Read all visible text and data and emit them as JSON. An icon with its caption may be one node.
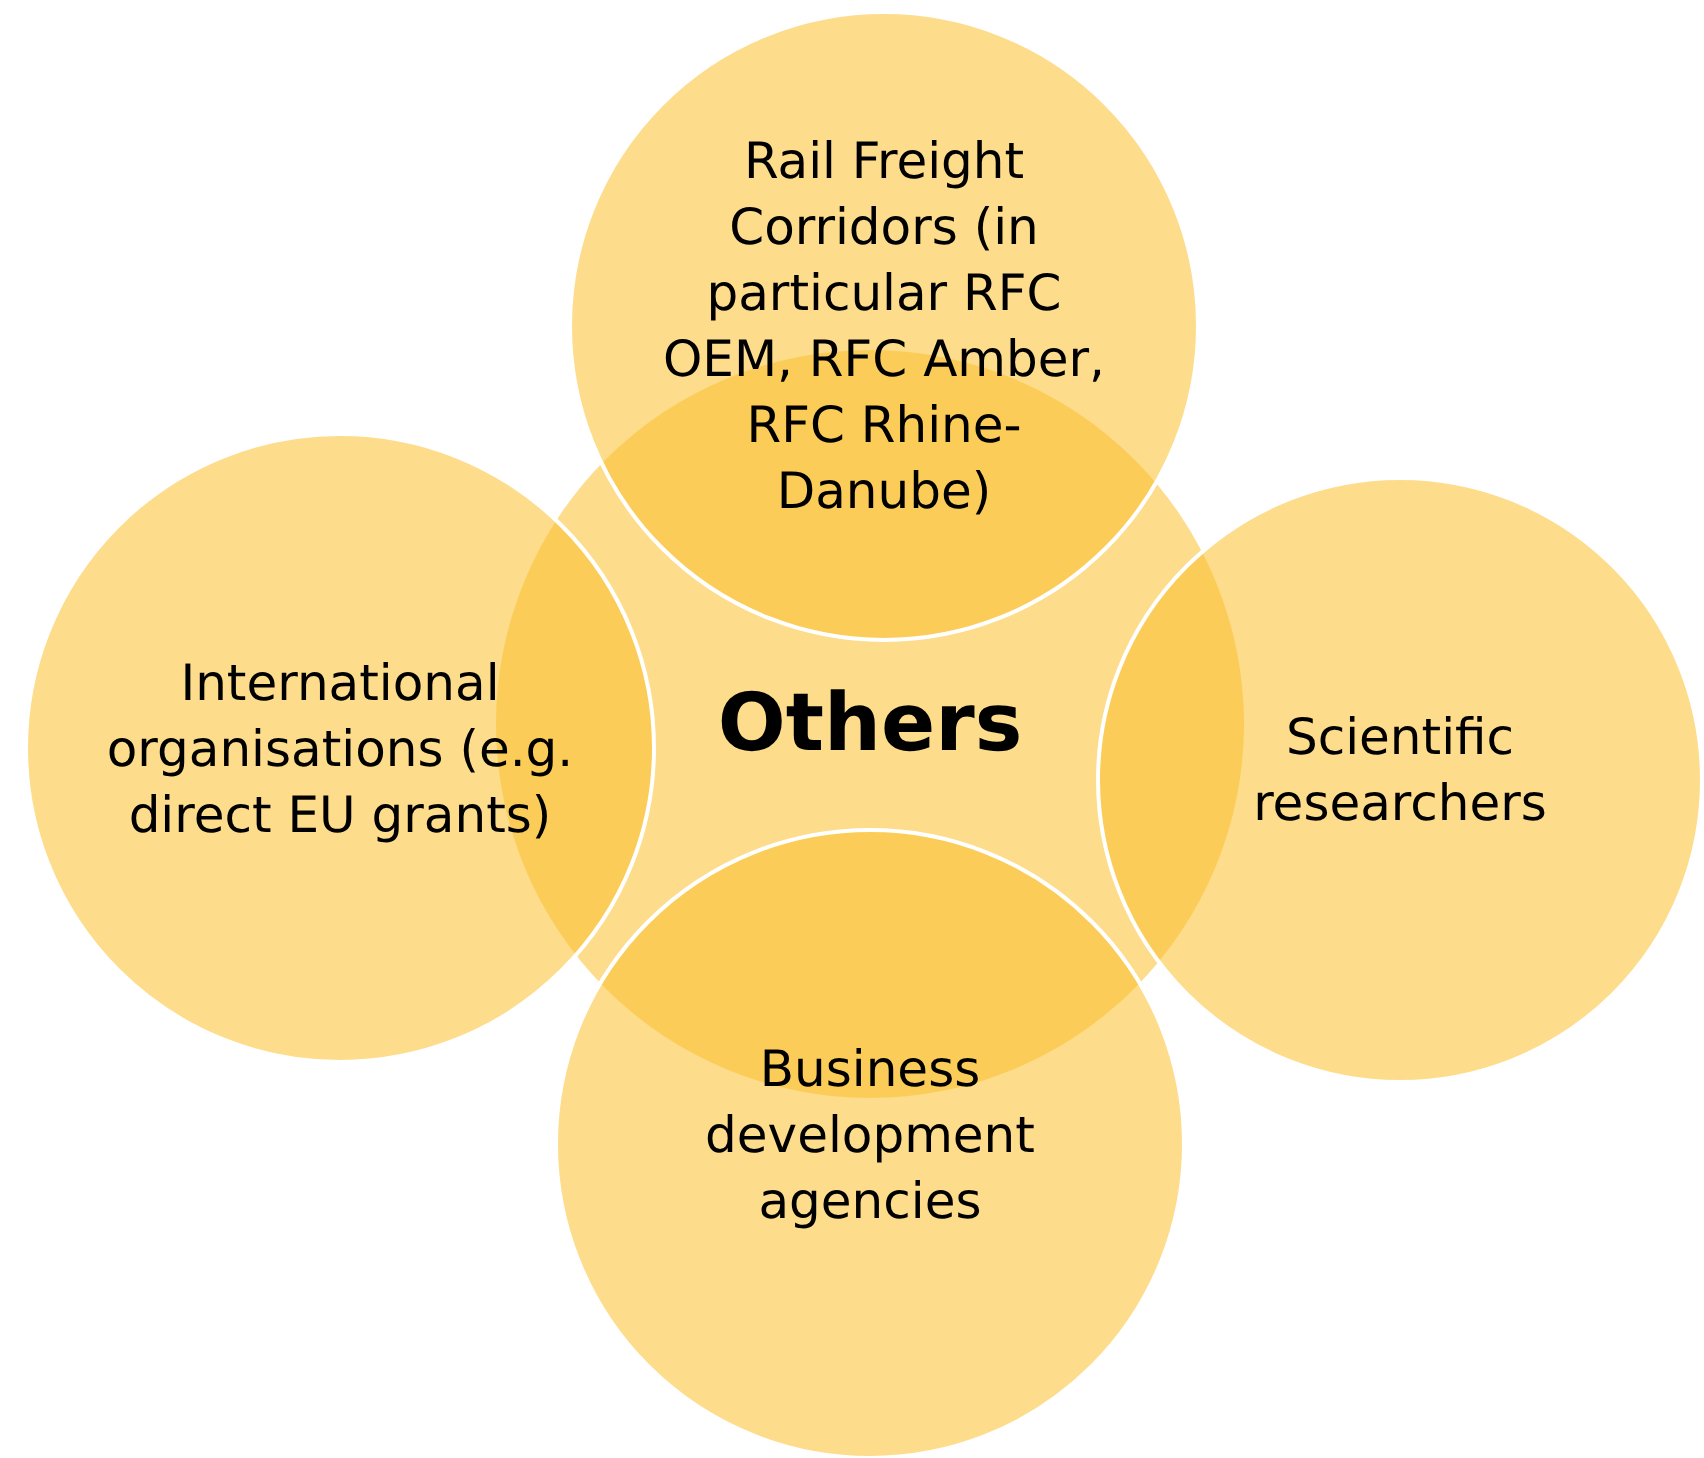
{
  "diagram": {
    "nodes": [
      {
        "text": [
          "Rail Freight Corridors (in particular RFC OEM, RFC Amber, RFC Rhine-Danube)"
        ]
      },
      {
        "text": [
          "International organisations (e.g. direct EU grants)"
        ]
      },
      {
        "text": [
          "Others"
        ]
      },
      {
        "text": [
          "Scientific researchers"
        ]
      },
      {
        "text": [
          "Business development agencies"
        ]
      }
    ]
  }
}
